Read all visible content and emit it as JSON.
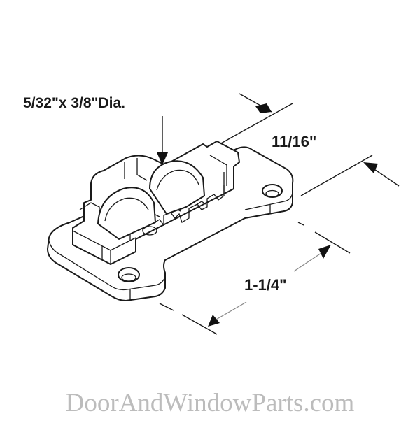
{
  "diagram": {
    "subject": "roller-assembly",
    "labels": {
      "roller_size": "5/32\"x 3/8\"Dia.",
      "width": "11/16\"",
      "length": "1-1/4\""
    },
    "watermark": "DoorAndWindowParts.com",
    "colors": {
      "line": "#1a1a1a",
      "background": "#ffffff",
      "watermark": "#bcbcbc"
    }
  }
}
